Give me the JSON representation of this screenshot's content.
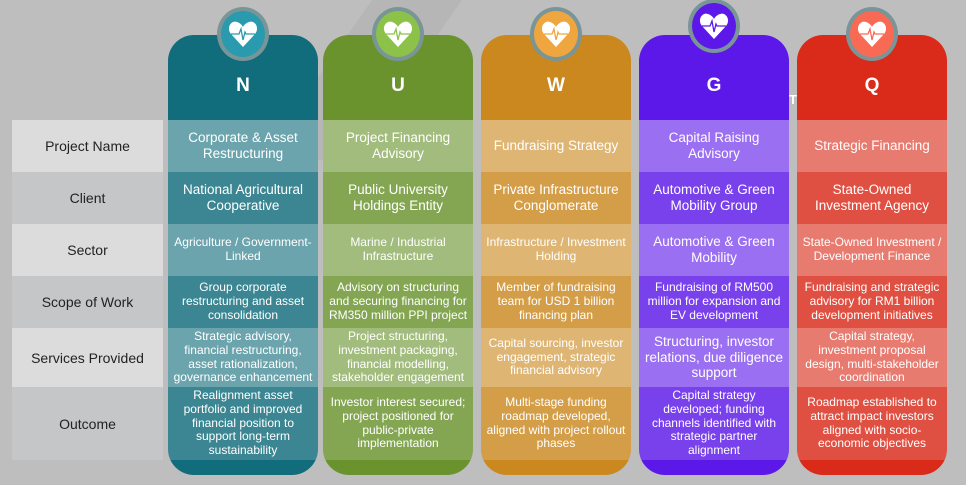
{
  "row_labels": [
    "Project Name",
    "Client",
    "Sector",
    "Scope of Work",
    "Services Provided",
    "Outcome"
  ],
  "stray_mark": "T",
  "columns": [
    {
      "letter": "N",
      "color": "#116c7b",
      "badge_color": "#2a9aae",
      "icon": "heart-pulse-icon",
      "cells": [
        "Corporate & Asset Restructuring",
        "National Agricultural Cooperative",
        "Agriculture / Government-Linked",
        "Group corporate restructuring and asset consolidation",
        "Strategic advisory, financial restructuring, asset rationalization, governance enhancement",
        "Realignment  asset portfolio and improved financial position to support long-term sustainability"
      ]
    },
    {
      "letter": "U",
      "color": "#6a932e",
      "badge_color": "#8cc24a",
      "icon": "heart-pulse-icon",
      "cells": [
        "Project Financing Advisory",
        "Public University Holdings Entity",
        "Marine / Industrial Infrastructure",
        "Advisory on structuring and securing financing for RM350 million PPI project",
        "Project structuring, investment packaging, financial modelling, stakeholder engagement",
        "Investor interest secured; project positioned for public-private implementation"
      ]
    },
    {
      "letter": "W",
      "color": "#cb881f",
      "badge_color": "#f0a63e",
      "icon": "heart-pulse-icon",
      "cells": [
        "Fundraising Strategy",
        "Private Infrastructure Conglomerate",
        "Infrastructure / Investment Holding",
        "Member of fundraising team for USD 1 billion financing plan",
        "Capital sourcing, investor engagement, strategic financial advisory",
        "Multi-stage funding roadmap developed, aligned with project rollout phases"
      ]
    },
    {
      "letter": "G",
      "color": "#5c18e8",
      "badge_color": "#5c18e8",
      "icon": "heart-pulse-icon",
      "cells": [
        "Capital Raising Advisory",
        "Automotive & Green Mobility Group",
        "Automotive & Green Mobility",
        "Fundraising of RM500 million for expansion and EV development",
        "Structuring, investor relations, due diligence support",
        "Capital strategy developed; funding channels identified with strategic partner alignment"
      ]
    },
    {
      "letter": "Q",
      "color": "#da2a19",
      "badge_color": "#f96a55",
      "icon": "heart-pulse-icon",
      "cells": [
        "Strategic Financing",
        "State-Owned Investment Agency",
        "State-Owned Investment / Development Finance",
        "Fundraising and strategic advisory for RM1 billion development initiatives",
        "Capital strategy, investment proposal design, multi-stakeholder coordination",
        "Roadmap established to attract impact investors aligned with socio-economic objectives"
      ]
    }
  ]
}
